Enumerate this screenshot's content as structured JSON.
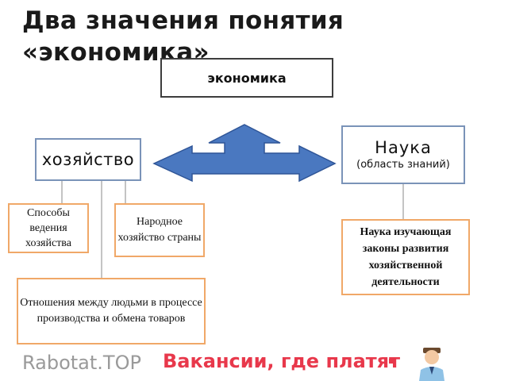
{
  "title": "Два значения понятия «экономика»",
  "diagram": {
    "root": "экономика",
    "left_node": "хозяйство",
    "right_node": {
      "title": "Наука",
      "subtitle": "(область знаний)"
    },
    "left_children": [
      "Способы ведения хозяйства",
      "Народное хозяйство страны",
      "Отношения между людьми в процессе производства и обмена товаров"
    ],
    "right_children": [
      "Наука изучающая законы развития хозяйственной деятельности"
    ],
    "colors": {
      "arrow_fill": "#4a78c0",
      "arrow_stroke": "#2f5597",
      "left_child_border": "#f0a868",
      "node_border": "#7a93b8"
    }
  },
  "watermark": {
    "brand": "Rabotat.TOP",
    "slogan": "Вакансии, где платят"
  }
}
